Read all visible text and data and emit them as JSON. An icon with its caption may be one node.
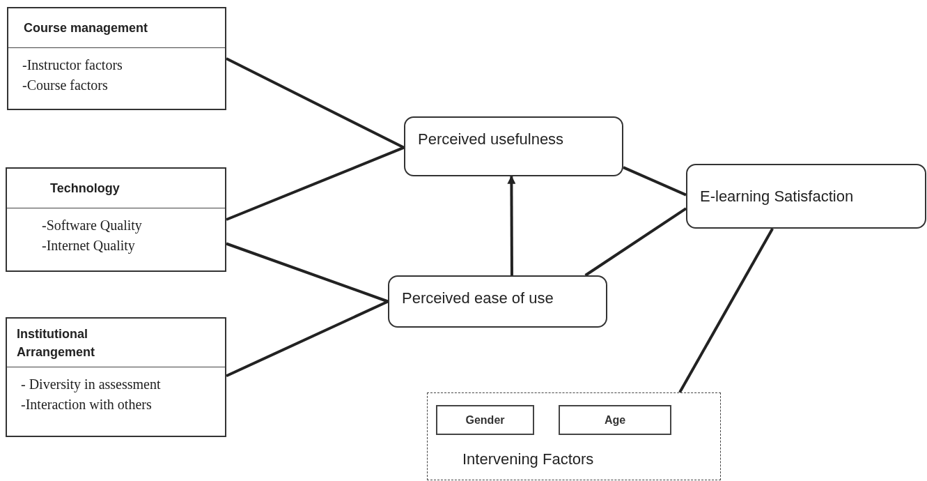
{
  "diagram": {
    "nodes": [
      {
        "text": [
          "Course management",
          "-Instructor factors",
          "-Course factors"
        ]
      },
      {
        "text": [
          "Technology",
          "-Software Quality",
          "-Internet Quality"
        ]
      },
      {
        "text": [
          "Institutional Arrangement",
          "- Diversity in assessment",
          "-Interaction with others"
        ]
      },
      {
        "text": [
          "Perceived usefulness"
        ]
      },
      {
        "text": [
          "Perceived ease of use"
        ]
      },
      {
        "text": [
          "E-learning Satisfaction"
        ]
      },
      {
        "text": [
          "Intervening Factors"
        ]
      },
      {
        "text": [
          "Gender"
        ],
        "in": 6
      },
      {
        "text": [
          "Age"
        ],
        "in": 6
      }
    ],
    "edges": [
      {
        "from": 0,
        "to": 3,
        "arrow": "none"
      },
      {
        "from": 1,
        "to": 3,
        "arrow": "none"
      },
      {
        "from": 1,
        "to": 4,
        "arrow": "none"
      },
      {
        "from": 2,
        "to": 4,
        "arrow": "none"
      },
      {
        "from": 4,
        "to": 3,
        "arrow": "to"
      },
      {
        "from": 3,
        "to": 5,
        "arrow": "none"
      },
      {
        "from": 4,
        "to": 5,
        "arrow": "none"
      },
      {
        "from": 6,
        "to": 5,
        "arrow": "none"
      }
    ]
  }
}
